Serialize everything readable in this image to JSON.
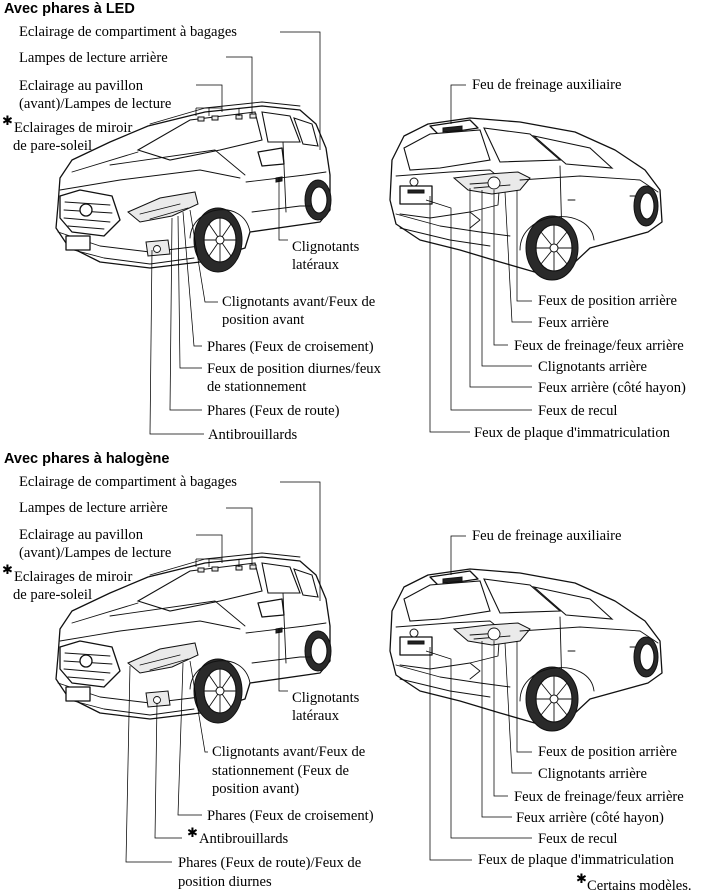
{
  "sections": [
    {
      "heading": "Avec phares à LED",
      "labels": {
        "trunk_light": "Eclairage de compartiment à bagages",
        "rear_reading": "Lampes de lecture arrière",
        "roof_light_l1": "Eclairage au pavillon",
        "roof_light_l2": "(avant)/Lampes de lecture",
        "vanity_l1": "Eclairages de miroir",
        "vanity_l2": "de pare-soleil",
        "side_turn_l1": "Clignotants",
        "side_turn_l2": "latéraux",
        "front_turn_l1": "Clignotants avant/Feux de",
        "front_turn_l2": "position avant",
        "low_beam": "Phares (Feux de croisement)",
        "drl_l1": "Feux de position diurnes/feux",
        "drl_l2": "de stationnement",
        "high_beam": "Phares (Feux de route)",
        "fog": "Antibrouillards",
        "brake_aux": "Feu de freinage auxiliaire",
        "rear_position": "Feux de position arrière",
        "rear_lamps": "Feux arrière",
        "brake_tail": "Feux de freinage/feux arrière",
        "rear_turn": "Clignotants arrière",
        "rear_gate": "Feux arrière (côté hayon)",
        "reverse": "Feux de recul",
        "plate": "Feux de plaque d'immatriculation"
      }
    },
    {
      "heading": "Avec phares à halogène",
      "labels": {
        "trunk_light": "Eclairage de compartiment à bagages",
        "rear_reading": "Lampes de lecture arrière",
        "roof_light_l1": "Eclairage au pavillon",
        "roof_light_l2": "(avant)/Lampes de lecture",
        "vanity_l1": "Eclairages de miroir",
        "vanity_l2": "de pare-soleil",
        "side_turn_l1": "Clignotants",
        "side_turn_l2": "latéraux",
        "front_turn_l1": "Clignotants avant/Feux de",
        "front_turn_l2": "stationnement (Feux de",
        "front_turn_l3": "position avant)",
        "low_beam": "Phares (Feux de croisement)",
        "fog": "Antibrouillards",
        "high_beam_l1": "Phares (Feux de route)/Feux de",
        "high_beam_l2": "position diurnes",
        "brake_aux": "Feu de freinage auxiliaire",
        "rear_position": "Feux de position arrière",
        "rear_turn": "Clignotants arrière",
        "brake_tail": "Feux de freinage/feux arrière",
        "rear_gate": "Feux arrière (côté hayon)",
        "reverse": "Feux de recul",
        "plate": "Feux de plaque d'immatriculation"
      }
    }
  ],
  "asterisk": "✱",
  "footnote": "Certains modèles.",
  "icons": {
    "marker": "asterisk-icon"
  }
}
